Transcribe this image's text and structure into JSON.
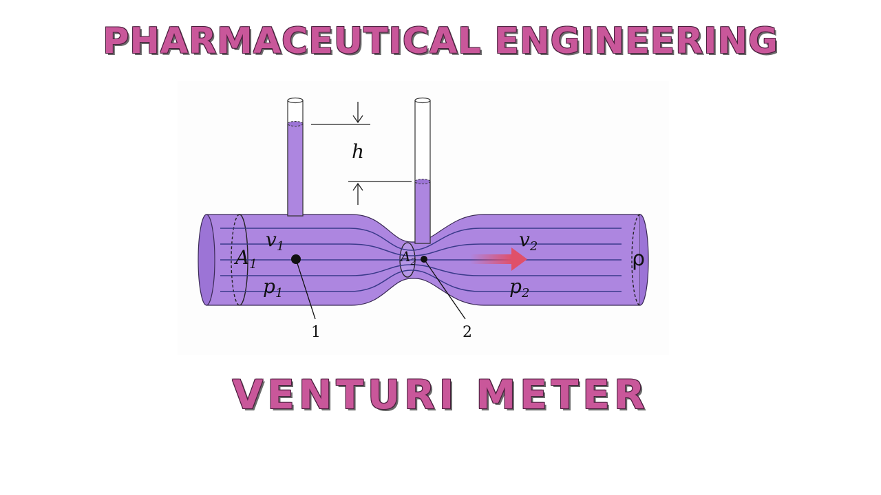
{
  "title": "PHARMACEUTICAL ENGINEERING",
  "subtitle": "VENTURI METER",
  "diagram": {
    "labels": {
      "h": "h",
      "v1": "v",
      "v1_sub": "1",
      "v2": "v",
      "v2_sub": "2",
      "A1": "A",
      "A1_sub": "1",
      "A2": "A",
      "A2_sub": "2",
      "p1": "p",
      "p1_sub": "1",
      "p2": "p",
      "p2_sub": "2",
      "rho": "ρ",
      "point1": "1",
      "point2": "2"
    },
    "colors": {
      "fluid": "#ad86e0",
      "fluid_dark": "#8f68c8",
      "streamline": "#3a3a8a",
      "arrow": "#e0506a",
      "title": "#c9579a"
    }
  }
}
